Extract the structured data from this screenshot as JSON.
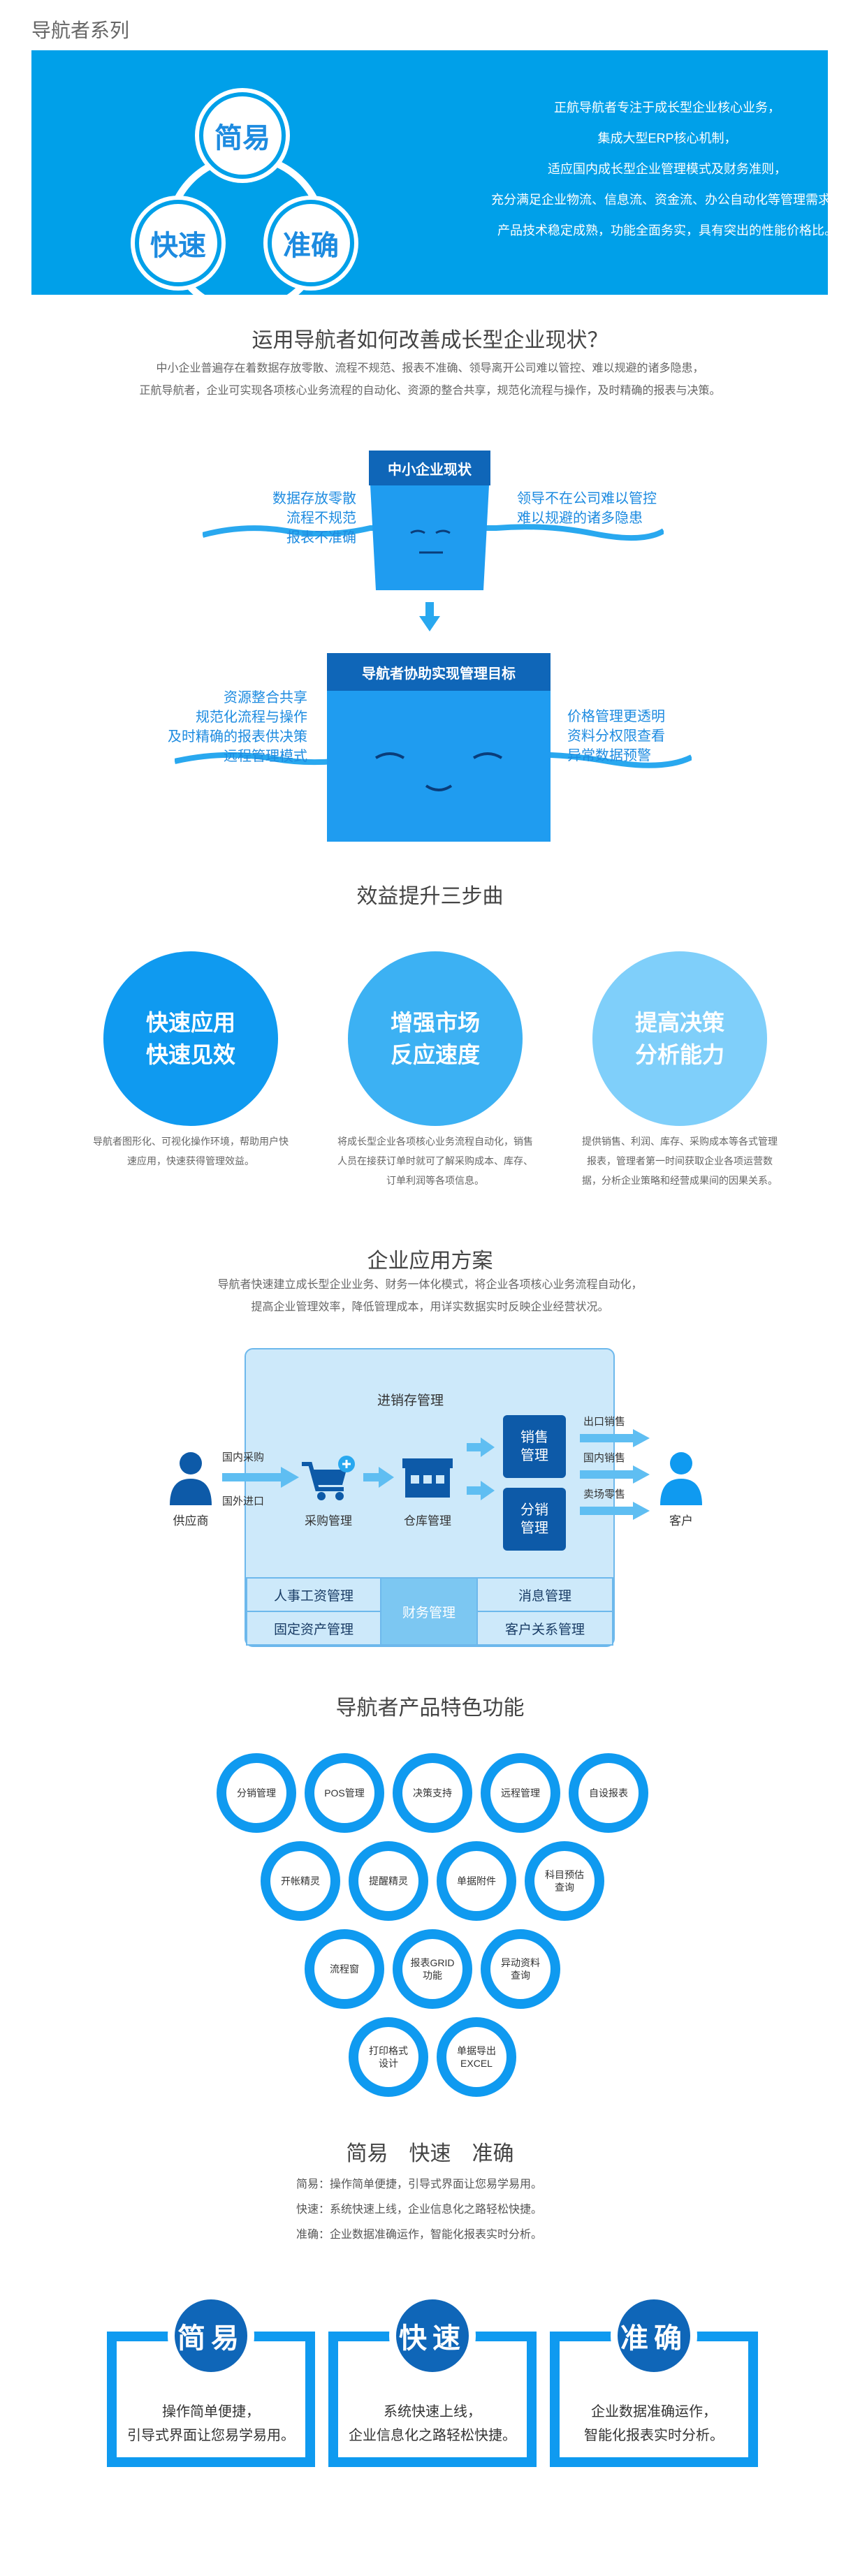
{
  "page_title": "导航者系列",
  "hero": {
    "circles": [
      "简易",
      "快速",
      "准确"
    ],
    "lines": [
      "正航导航者专注于成长型企业核心业务，",
      "集成大型ERP核心机制，",
      "适应国内成长型企业管理模式及财务准则，",
      "充分满足企业物流、信息流、资金流、办公自动化等管理需求，",
      "产品技术稳定成熟，功能全面务实，具有突出的性能价格比。"
    ]
  },
  "improve": {
    "title": "运用导航者如何改善成长型企业现状？",
    "desc": [
      "中小企业普遍存在着数据存放零散、流程不规范、报表不准确、领导离开公司难以管控、难以规避的诸多隐患，",
      "正航导航者，企业可实现各项核心业务流程的自动化、资源的整合共享，规范化流程与操作，及时精确的报表与决策。"
    ],
    "block1_label": "中小企业现状",
    "block1_left": [
      "数据存放零散",
      "流程不规范",
      "报表不准确"
    ],
    "block1_right": [
      "领导不在公司难以管控",
      "难以规避的诸多隐患"
    ],
    "block2_label": "导航者协助实现管理目标",
    "block2_left": [
      "资源整合共享",
      "规范化流程与操作",
      "及时精确的报表供决策",
      "远程管理模式"
    ],
    "block2_right": [
      "价格管理更透明",
      "资料分权限查看",
      "异常数据预警"
    ]
  },
  "benefit": {
    "title": "效益提升三步曲",
    "items": [
      {
        "label": "快速应用\n快速见效",
        "color": "#0f9af0",
        "desc": [
          "导航者图形化、可视化操作环境，帮助用户快",
          "速应用，快速获得管理效益。"
        ]
      },
      {
        "label": "增强市场\n反应速度",
        "color": "#3cb1f3",
        "desc": [
          "将成长型企业各项核心业务流程自动化，销售",
          "人员在接获订单时就可了解采购成本、库存、",
          "订单利润等各项信息。"
        ]
      },
      {
        "label": "提高决策\n分析能力",
        "color": "#7fcffa",
        "desc": [
          "提供销售、利润、库存、采购成本等各式管理",
          "报表，管理者第一时间获取企业各项运营数",
          "据，分析企业策略和经营成果间的因果关系。"
        ]
      }
    ]
  },
  "solution": {
    "title": "企业应用方案",
    "desc": [
      "导航者快速建立成长型企业业务、财务一体化模式，将企业各项核心业务流程自动化，",
      "提高企业管理效率，降低管理成本，用详实数据实时反映企业经营状况。"
    ],
    "diagram": {
      "inventory": "进销存管理",
      "supplier": "供应商",
      "customer": "客户",
      "domestic_purchase": "国内采购",
      "foreign_purchase": "国外进口",
      "purchase_mgmt": "采购管理",
      "warehouse_mgmt": "仓库管理",
      "sales_mgmt": "销售\n管理",
      "dist_mgmt": "分销\n管理",
      "export_sales": "出口销售",
      "domestic_sales": "国内销售",
      "retail": "卖场零售",
      "hr": "人事工资管理",
      "finance": "财务管理",
      "message": "消息管理",
      "assets": "固定资产管理",
      "crm": "客户关系管理"
    }
  },
  "features": {
    "title": "导航者产品特色功能",
    "row1": [
      "分销管理",
      "POS管理",
      "决策支持",
      "远程管理",
      "自设报表"
    ],
    "row2": [
      "开帐精灵",
      "提醒精灵",
      "单据附件",
      "科目预估\n查询"
    ],
    "row3": [
      "流程窗",
      "报表GRID\n功能",
      "异动资料\n查询"
    ],
    "row4": [
      "打印格式\n设计",
      "单据导出\nEXCEL"
    ]
  },
  "summary": {
    "title": "简易　快速　准确",
    "lines": [
      "简易：操作简单便捷，引导式界面让您易学易用。",
      "快速：系统快速上线，企业信息化之路轻松快捷。",
      "准确：企业数据准确运作，智能化报表实时分析。"
    ]
  },
  "cards": [
    {
      "label": "简易",
      "text": [
        "操作简单便捷，",
        "引导式界面让您易学易用。"
      ]
    },
    {
      "label": "快速",
      "text": [
        "系统快速上线，",
        "企业信息化之路轻松快捷。"
      ]
    },
    {
      "label": "准确",
      "text": [
        "企业数据准确运作，",
        "智能化报表实时分析。"
      ]
    }
  ]
}
